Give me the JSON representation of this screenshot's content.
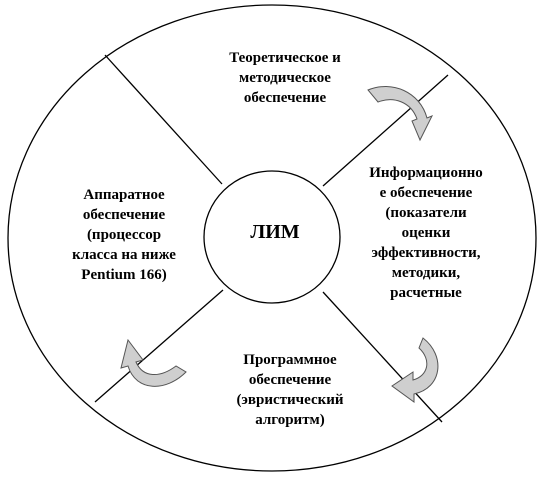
{
  "diagram": {
    "center": {
      "label": "ЛИМ"
    },
    "quadrants": {
      "top": {
        "text": "Теоретическое и\nметодическое\nобеспечение"
      },
      "right": {
        "text": "Информационно\nе обеспечение\n(показатели\nоценки\nэффективности,\nметодики,\nрасчетные"
      },
      "bottom": {
        "text": "Программное\nобеспечение\n(эвристический\nалгоритм)"
      },
      "left": {
        "text": "Аппаратное\nобеспечение\n(процессор\nкласса на ниже\nPentium 166)"
      }
    },
    "colors": {
      "line": "#000000",
      "arrow_fill": "#cfcfcf",
      "arrow_stroke": "#555555",
      "background": "#ffffff"
    }
  }
}
